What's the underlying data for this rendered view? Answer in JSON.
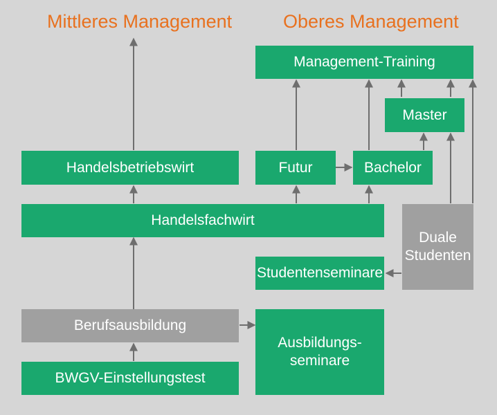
{
  "headings": {
    "middle": "Mittleres Management",
    "upper": "Oberes Management"
  },
  "boxes": {
    "management_training": "Management-Training",
    "master": "Master",
    "handelsbetriebswirt": "Handelsbetriebswirt",
    "futur": "Futur",
    "bachelor": "Bachelor",
    "handelsfachwirt": "Handelsfachwirt",
    "duale_studenten": "Duale\nStudenten",
    "studentenseminare": "Studentenseminare",
    "berufsausbildung": "Berufsausbildung",
    "ausbildungsseminare": "Ausbildungs-\nseminare",
    "bwgv_einstellungstest": "BWGV-Einstellungstest"
  },
  "colors": {
    "background": "#d6d6d6",
    "green_box": "#1aa86e",
    "gray_box": "#a0a0a0",
    "heading": "#e8711f",
    "arrow": "#6e6e6e"
  }
}
